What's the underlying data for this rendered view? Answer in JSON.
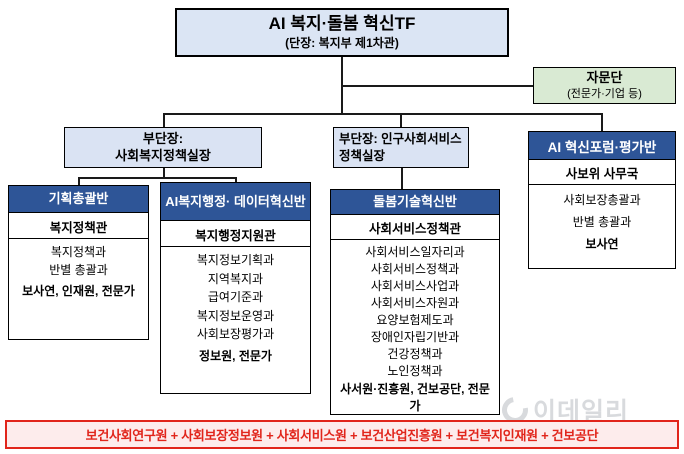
{
  "root": {
    "title": "AI 복지·돌봄 혁신TF",
    "subtitle": "(단장: 복지부 제1차관)"
  },
  "advisory": {
    "title": "자문단",
    "subtitle": "(전문가·기업 등)"
  },
  "deputies": {
    "welfare": "부단장:\n사회복지정책실장",
    "population": "부단장: 인구사회서비스정책실장"
  },
  "teams": [
    {
      "header": "기획총괄반",
      "manager": "복지정책관",
      "body": "복지정책과\n반별 총괄과",
      "body_bold": "보사연, 인재원, 전문가"
    },
    {
      "header": "AI복지행정· 데이터혁신반",
      "manager": "복지행정지원관",
      "body": "복지정보기획과\n지역복지과\n급여기준과\n복지정보운영과\n사회보장평가과",
      "body_bold": "정보원, 전문가"
    },
    {
      "header": "돌봄기술혁신반",
      "manager": "사회서비스정책관",
      "body": "사회서비스일자리과\n사회서비스정책과\n사회서비스사업과\n사회서비스자원과\n요양보험제도과\n장애인자립기반과\n건강정책과\n노인정책과",
      "body_bold": "사서원·진흥원, 건보공단, 전문가"
    }
  ],
  "forum": {
    "header": "AI 혁신포럼·평가반",
    "manager": "사보위 사무국",
    "body": "사회보장총괄과\n반별 총괄과",
    "body_bold": "보사연"
  },
  "footer": {
    "text": "보건사회연구원 + 사회보장정보원 + 사회서비스원 + 보건산업진흥원 + 보건복지인재원 + 건보공단"
  },
  "watermark": {
    "text": "이데일리"
  },
  "colors": {
    "dark_blue": "#2e5597",
    "light_blue": "#dae3f3",
    "mint": "#d9ead3",
    "red": "#e1251b"
  }
}
